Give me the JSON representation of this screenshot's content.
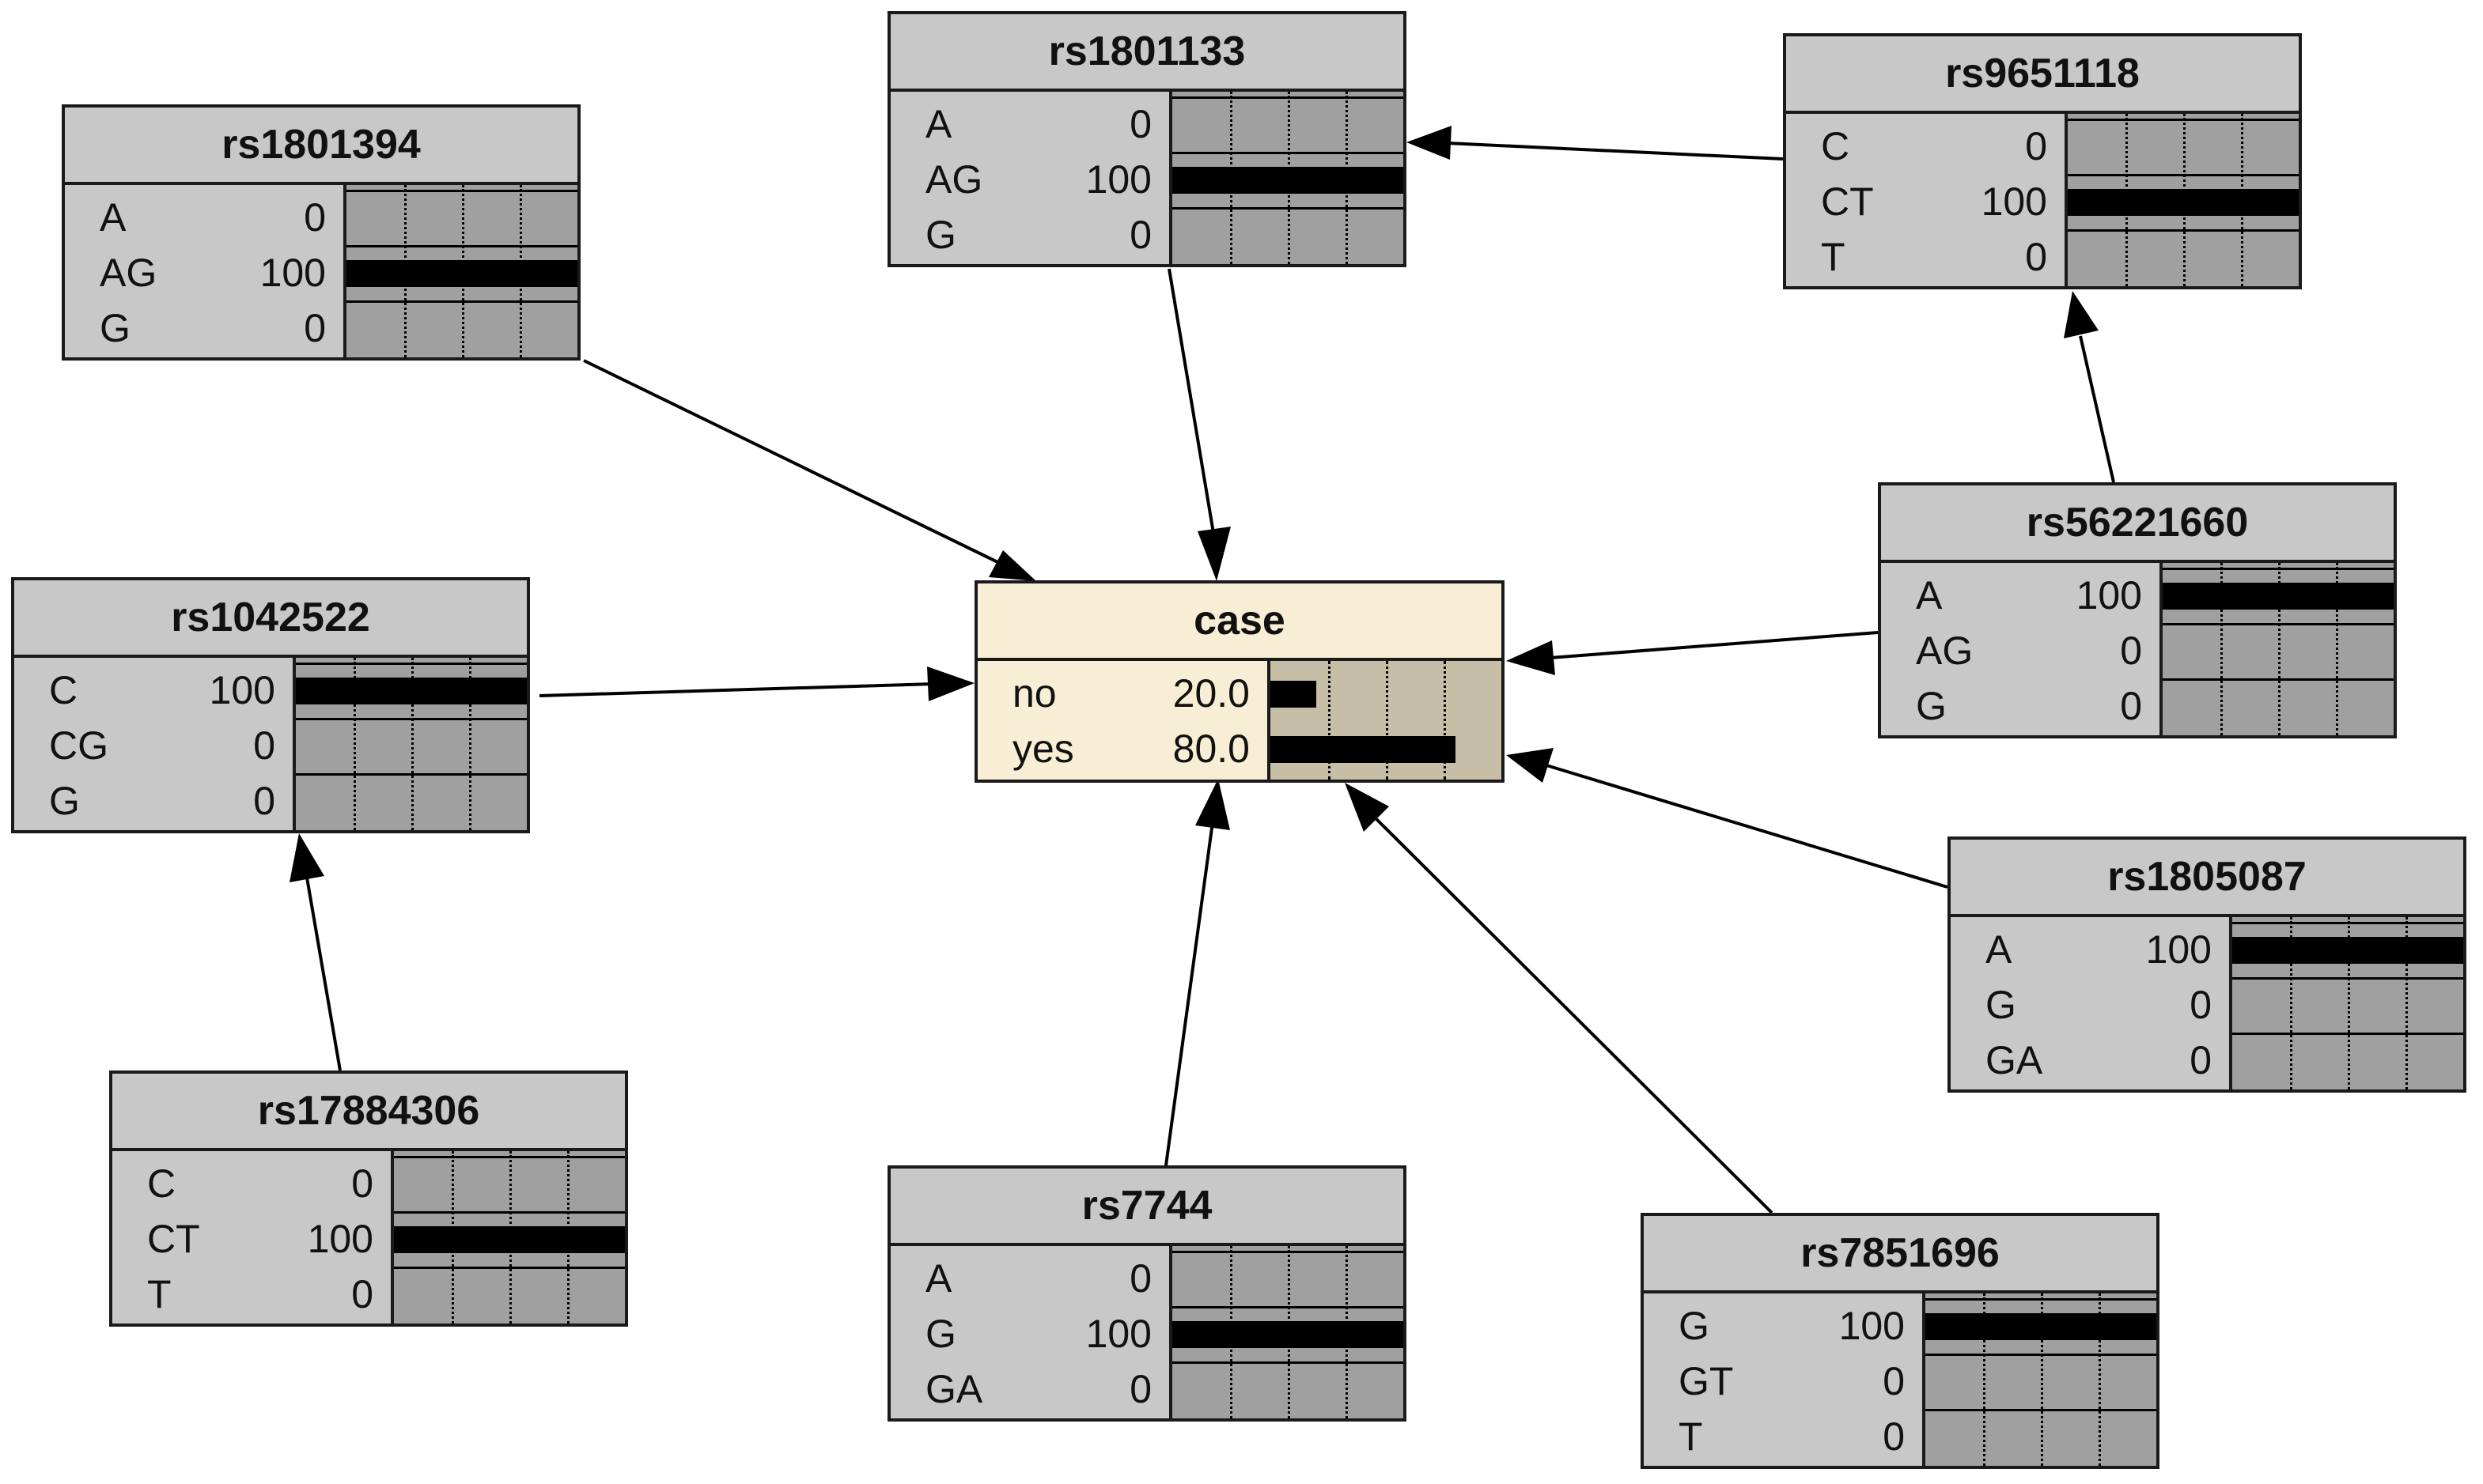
{
  "nodes": {
    "rs1801394": {
      "title": "rs1801394",
      "states": [
        {
          "label": "A",
          "value": "0"
        },
        {
          "label": "AG",
          "value": "100"
        },
        {
          "label": "G",
          "value": "0"
        }
      ]
    },
    "rs1801133": {
      "title": "rs1801133",
      "states": [
        {
          "label": "A",
          "value": "0"
        },
        {
          "label": "AG",
          "value": "100"
        },
        {
          "label": "G",
          "value": "0"
        }
      ]
    },
    "rs9651118": {
      "title": "rs9651118",
      "states": [
        {
          "label": "C",
          "value": "0"
        },
        {
          "label": "CT",
          "value": "100"
        },
        {
          "label": "T",
          "value": "0"
        }
      ]
    },
    "rs1042522": {
      "title": "rs1042522",
      "states": [
        {
          "label": "C",
          "value": "100"
        },
        {
          "label": "CG",
          "value": "0"
        },
        {
          "label": "G",
          "value": "0"
        }
      ]
    },
    "case": {
      "title": "case",
      "states": [
        {
          "label": "no",
          "value": "20.0"
        },
        {
          "label": "yes",
          "value": "80.0"
        }
      ]
    },
    "rs56221660": {
      "title": "rs56221660",
      "states": [
        {
          "label": "A",
          "value": "100"
        },
        {
          "label": "AG",
          "value": "0"
        },
        {
          "label": "G",
          "value": "0"
        }
      ]
    },
    "rs1805087": {
      "title": "rs1805087",
      "states": [
        {
          "label": "A",
          "value": "100"
        },
        {
          "label": "G",
          "value": "0"
        },
        {
          "label": "GA",
          "value": "0"
        }
      ]
    },
    "rs17884306": {
      "title": "rs17884306",
      "states": [
        {
          "label": "C",
          "value": "0"
        },
        {
          "label": "CT",
          "value": "100"
        },
        {
          "label": "T",
          "value": "0"
        }
      ]
    },
    "rs7744": {
      "title": "rs7744",
      "states": [
        {
          "label": "A",
          "value": "0"
        },
        {
          "label": "G",
          "value": "100"
        },
        {
          "label": "GA",
          "value": "0"
        }
      ]
    },
    "rs7851696": {
      "title": "rs7851696",
      "states": [
        {
          "label": "G",
          "value": "100"
        },
        {
          "label": "GT",
          "value": "0"
        },
        {
          "label": "T",
          "value": "0"
        }
      ]
    }
  },
  "edges": [
    {
      "from": "rs1801394",
      "to": "case"
    },
    {
      "from": "rs1801133",
      "to": "case"
    },
    {
      "from": "rs9651118",
      "to": "rs1801133"
    },
    {
      "from": "rs56221660",
      "to": "rs9651118"
    },
    {
      "from": "rs1042522",
      "to": "case"
    },
    {
      "from": "rs56221660",
      "to": "case"
    },
    {
      "from": "rs1805087",
      "to": "case"
    },
    {
      "from": "rs17884306",
      "to": "rs1042522"
    },
    {
      "from": "rs7744",
      "to": "case"
    },
    {
      "from": "rs7851696",
      "to": "case"
    }
  ]
}
